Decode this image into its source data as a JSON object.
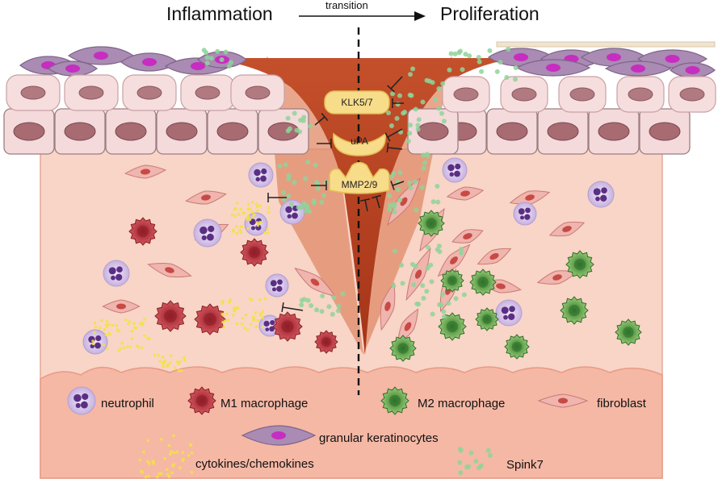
{
  "headings": {
    "left": "Inflammation",
    "transition": "transition",
    "right": "Proliferation"
  },
  "enzymes": [
    {
      "label": "KLK5/7"
    },
    {
      "label": "uPA"
    },
    {
      "label": "MMP2/9"
    }
  ],
  "legend": {
    "neutrophil": "neutrophil",
    "m1": "M1 macrophage",
    "m2": "M2 macrophage",
    "fibroblast": "fibroblast",
    "granular": "granular keratinocytes",
    "cytokines": "cytokines/chemokines",
    "spink": "Spink7"
  },
  "colors": {
    "dermis": "#f8d5c6",
    "dermis_bottom": "#f6b8a6",
    "wound": "#b5401f",
    "enzyme": "#f7dc8a",
    "spink": "#8fd49a",
    "cytokine": "#f3e241",
    "neutrophil": "#d8c9ea",
    "m1": "#c9464e",
    "m2": "#7fb85c",
    "fibroblast": "#e9a8a0",
    "granular": "#a98bb3"
  }
}
